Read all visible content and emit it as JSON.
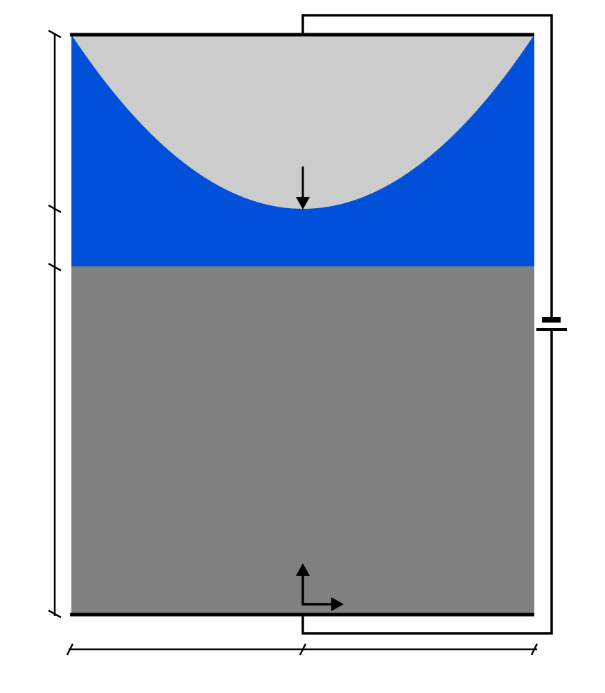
{
  "diagram": {
    "colors": {
      "background": "#ffffff",
      "electrolyte": "#0050d9",
      "gas_region": "#cccccc",
      "substrate": "#808080",
      "lines": "#000000"
    },
    "elements": [
      "upper-electrode-line",
      "gas-region",
      "electrolyte-region",
      "substrate-region",
      "lower-electrode-line",
      "external-circuit-wire",
      "battery-symbol",
      "interface-arrow",
      "coordinate-axes",
      "vertical-dimension-lines",
      "horizontal-dimension-line"
    ],
    "icons": {
      "battery": "battery-icon",
      "arrow_down": "arrow-down-icon",
      "axis_up": "arrow-up-icon",
      "axis_right": "arrow-right-icon"
    }
  }
}
